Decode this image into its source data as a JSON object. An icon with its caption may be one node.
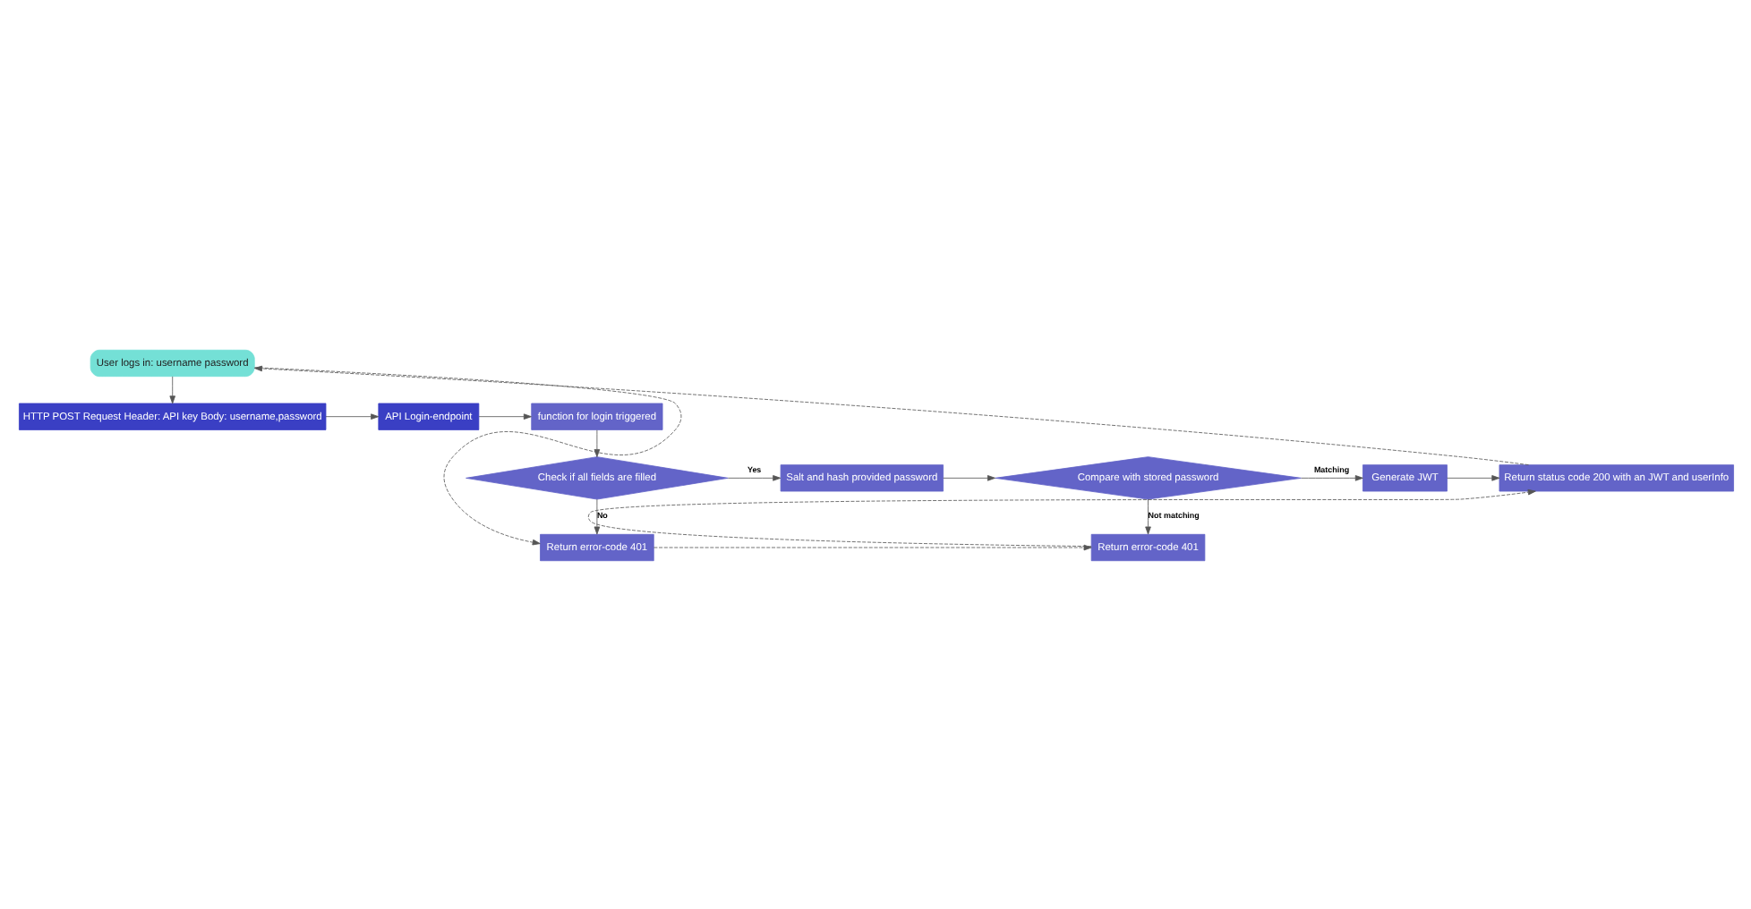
{
  "diagram": {
    "nodes": [
      {
        "text": [
          "User logs in: username password"
        ]
      },
      {
        "text": [
          "HTTP POST Request Header: API key Body: username,password"
        ]
      },
      {
        "text": [
          "API Login-endpoint"
        ]
      },
      {
        "text": [
          "function for login triggered"
        ]
      },
      {
        "text": [
          "Check if all fields are filled"
        ]
      },
      {
        "text": [
          "Salt and hash provided password"
        ]
      },
      {
        "text": [
          "Compare with stored password"
        ]
      },
      {
        "text": [
          "Generate JWT"
        ]
      },
      {
        "text": [
          "Return status code 200 with an JWT and userInfo"
        ]
      },
      {
        "text": [
          "Return error-code 401"
        ]
      },
      {
        "text": [
          "Return error-code 401"
        ]
      }
    ],
    "edges": [
      {
        "from": 0,
        "to": 1,
        "arrow": "to"
      },
      {
        "from": 1,
        "to": 2,
        "arrow": "to"
      },
      {
        "from": 2,
        "to": 3,
        "arrow": "to"
      },
      {
        "from": 3,
        "to": 4,
        "arrow": "to"
      },
      {
        "from": 4,
        "to": 5,
        "arrow": "to",
        "label": "Yes"
      },
      {
        "from": 4,
        "to": 9,
        "arrow": "to",
        "label": "No"
      },
      {
        "from": 5,
        "to": 6,
        "arrow": "to"
      },
      {
        "from": 6,
        "to": 7,
        "arrow": "to",
        "label": "Matching"
      },
      {
        "from": 6,
        "to": 10,
        "arrow": "to",
        "label": "Not matching"
      },
      {
        "from": 7,
        "to": 8,
        "arrow": "to"
      },
      {
        "from": 8,
        "to": 0,
        "arrow": "to",
        "style": "dashed"
      },
      {
        "from": 0,
        "to": 9,
        "arrow": "to",
        "style": "dashed"
      },
      {
        "from": 9,
        "to": 10,
        "arrow": "to",
        "style": "dashed"
      },
      {
        "from": 10,
        "to": 8,
        "arrow": "to",
        "style": "dashed"
      }
    ]
  }
}
